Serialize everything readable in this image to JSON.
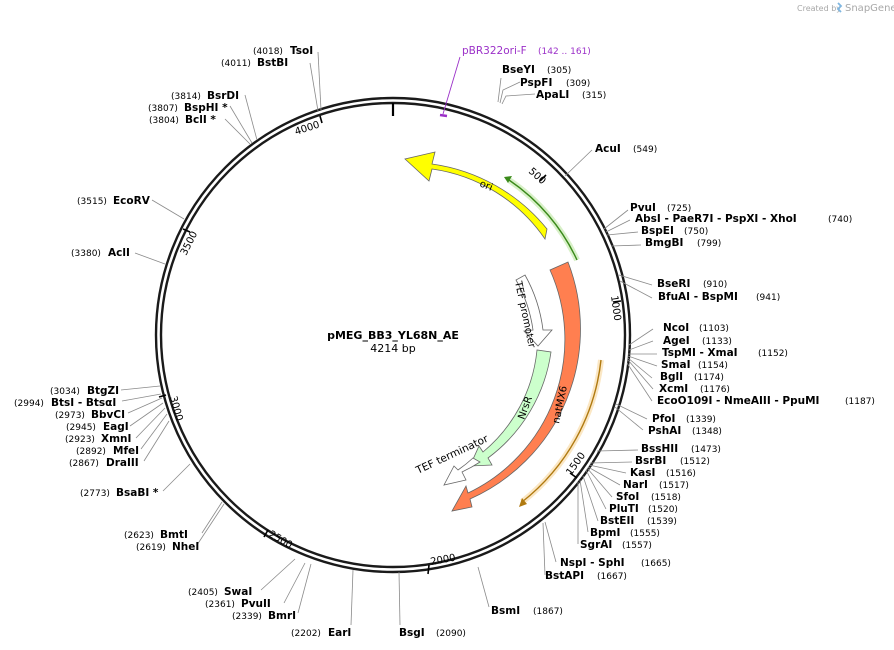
{
  "credit": {
    "prefix": "Created by",
    "brand": "SnapGene"
  },
  "plasmid": {
    "name": "pMEG_BB3_YL68N_AE",
    "size_label": "4214 bp",
    "length": 4214
  },
  "colors": {
    "backbone": "#1a1a1a",
    "ori": "#ffff00",
    "natMX6": "#ff7f50",
    "NrsR": "#ccffcc",
    "promoter": "#ffffff",
    "terminator": "#ffffff",
    "primer": "#9b30c8",
    "orf_green": "#6abe30",
    "orf_orange": "#d4a017"
  },
  "ticks": [
    "500",
    "1000",
    "1500",
    "2000",
    "2500",
    "3000",
    "3500",
    "4000"
  ],
  "primers": [
    {
      "name": "pBR322ori-F",
      "range": "(142 .. 161)"
    }
  ],
  "features": [
    {
      "id": "ori",
      "label": "ori",
      "color": "#ffff00"
    },
    {
      "id": "tef-promoter",
      "label": "TEF promoter",
      "color": "#ffffff"
    },
    {
      "id": "natmx6",
      "label": "natMX6",
      "color": "#ff7f50"
    },
    {
      "id": "nrsr",
      "label": "NrsR",
      "color": "#ccffcc"
    },
    {
      "id": "tef-terminator",
      "label": "TEF terminator",
      "color": "#ffffff"
    }
  ],
  "sites": [
    {
      "label": "BseYI",
      "pos": "(305)"
    },
    {
      "label": "PspFI",
      "pos": "(309)"
    },
    {
      "label": "ApaLI",
      "pos": "(315)"
    },
    {
      "label": "AcuI",
      "pos": "(549)"
    },
    {
      "label": "PvuI",
      "pos": "(725)"
    },
    {
      "label": "AbsI - PaeR7I - PspXI - XhoI",
      "pos": "(740)"
    },
    {
      "label": "BspEI",
      "pos": "(750)"
    },
    {
      "label": "BmgBI",
      "pos": "(799)"
    },
    {
      "label": "BseRI",
      "pos": "(910)"
    },
    {
      "label": "BfuAI - BspMI",
      "pos": "(941)"
    },
    {
      "label": "NcoI",
      "pos": "(1103)"
    },
    {
      "label": "AgeI",
      "pos": "(1133)"
    },
    {
      "label": "TspMI - XmaI",
      "pos": "(1152)"
    },
    {
      "label": "SmaI",
      "pos": "(1154)"
    },
    {
      "label": "BglI",
      "pos": "(1174)"
    },
    {
      "label": "XcmI",
      "pos": "(1176)"
    },
    {
      "label": "EcoO109I - NmeAIII - PpuMI",
      "pos": "(1187)"
    },
    {
      "label": "PfoI",
      "pos": "(1339)"
    },
    {
      "label": "PshAI",
      "pos": "(1348)"
    },
    {
      "label": "BssHII",
      "pos": "(1473)"
    },
    {
      "label": "BsrBI",
      "pos": "(1512)"
    },
    {
      "label": "KasI",
      "pos": "(1516)"
    },
    {
      "label": "NarI",
      "pos": "(1517)"
    },
    {
      "label": "SfoI",
      "pos": "(1518)"
    },
    {
      "label": "PluTI",
      "pos": "(1520)"
    },
    {
      "label": "BstEII",
      "pos": "(1539)"
    },
    {
      "label": "BpmI",
      "pos": "(1555)"
    },
    {
      "label": "SgrAI",
      "pos": "(1557)"
    },
    {
      "label": "NspI - SphI",
      "pos": "(1665)"
    },
    {
      "label": "BstAPI",
      "pos": "(1667)"
    },
    {
      "label": "BsmI",
      "pos": "(1867)"
    },
    {
      "label": "BsgI",
      "pos": "(2090)"
    },
    {
      "label": "EarI",
      "pos": "(2202)"
    },
    {
      "label": "BmrI",
      "pos": "(2339)"
    },
    {
      "label": "PvuII",
      "pos": "(2361)"
    },
    {
      "label": "SwaI",
      "pos": "(2405)"
    },
    {
      "label": "NheI",
      "pos": "(2619)"
    },
    {
      "label": "BmtI",
      "pos": "(2623)"
    },
    {
      "label": "BsaBI *",
      "pos": "(2773)"
    },
    {
      "label": "DraIII",
      "pos": "(2867)"
    },
    {
      "label": "MfeI",
      "pos": "(2892)"
    },
    {
      "label": "XmnI",
      "pos": "(2923)"
    },
    {
      "label": "EagI",
      "pos": "(2945)"
    },
    {
      "label": "BbvCI",
      "pos": "(2973)"
    },
    {
      "label": "BtsI - BtsαI",
      "pos": "(2994)"
    },
    {
      "label": "BtgZI",
      "pos": "(3034)"
    },
    {
      "label": "AclI",
      "pos": "(3380)"
    },
    {
      "label": "EcoRV",
      "pos": "(3515)"
    },
    {
      "label": "BclI *",
      "pos": "(3804)"
    },
    {
      "label": "BspHI *",
      "pos": "(3807)"
    },
    {
      "label": "BsrDI",
      "pos": "(3814)"
    },
    {
      "label": "BstBI",
      "pos": "(4011)"
    },
    {
      "label": "TsoI",
      "pos": "(4018)"
    }
  ]
}
